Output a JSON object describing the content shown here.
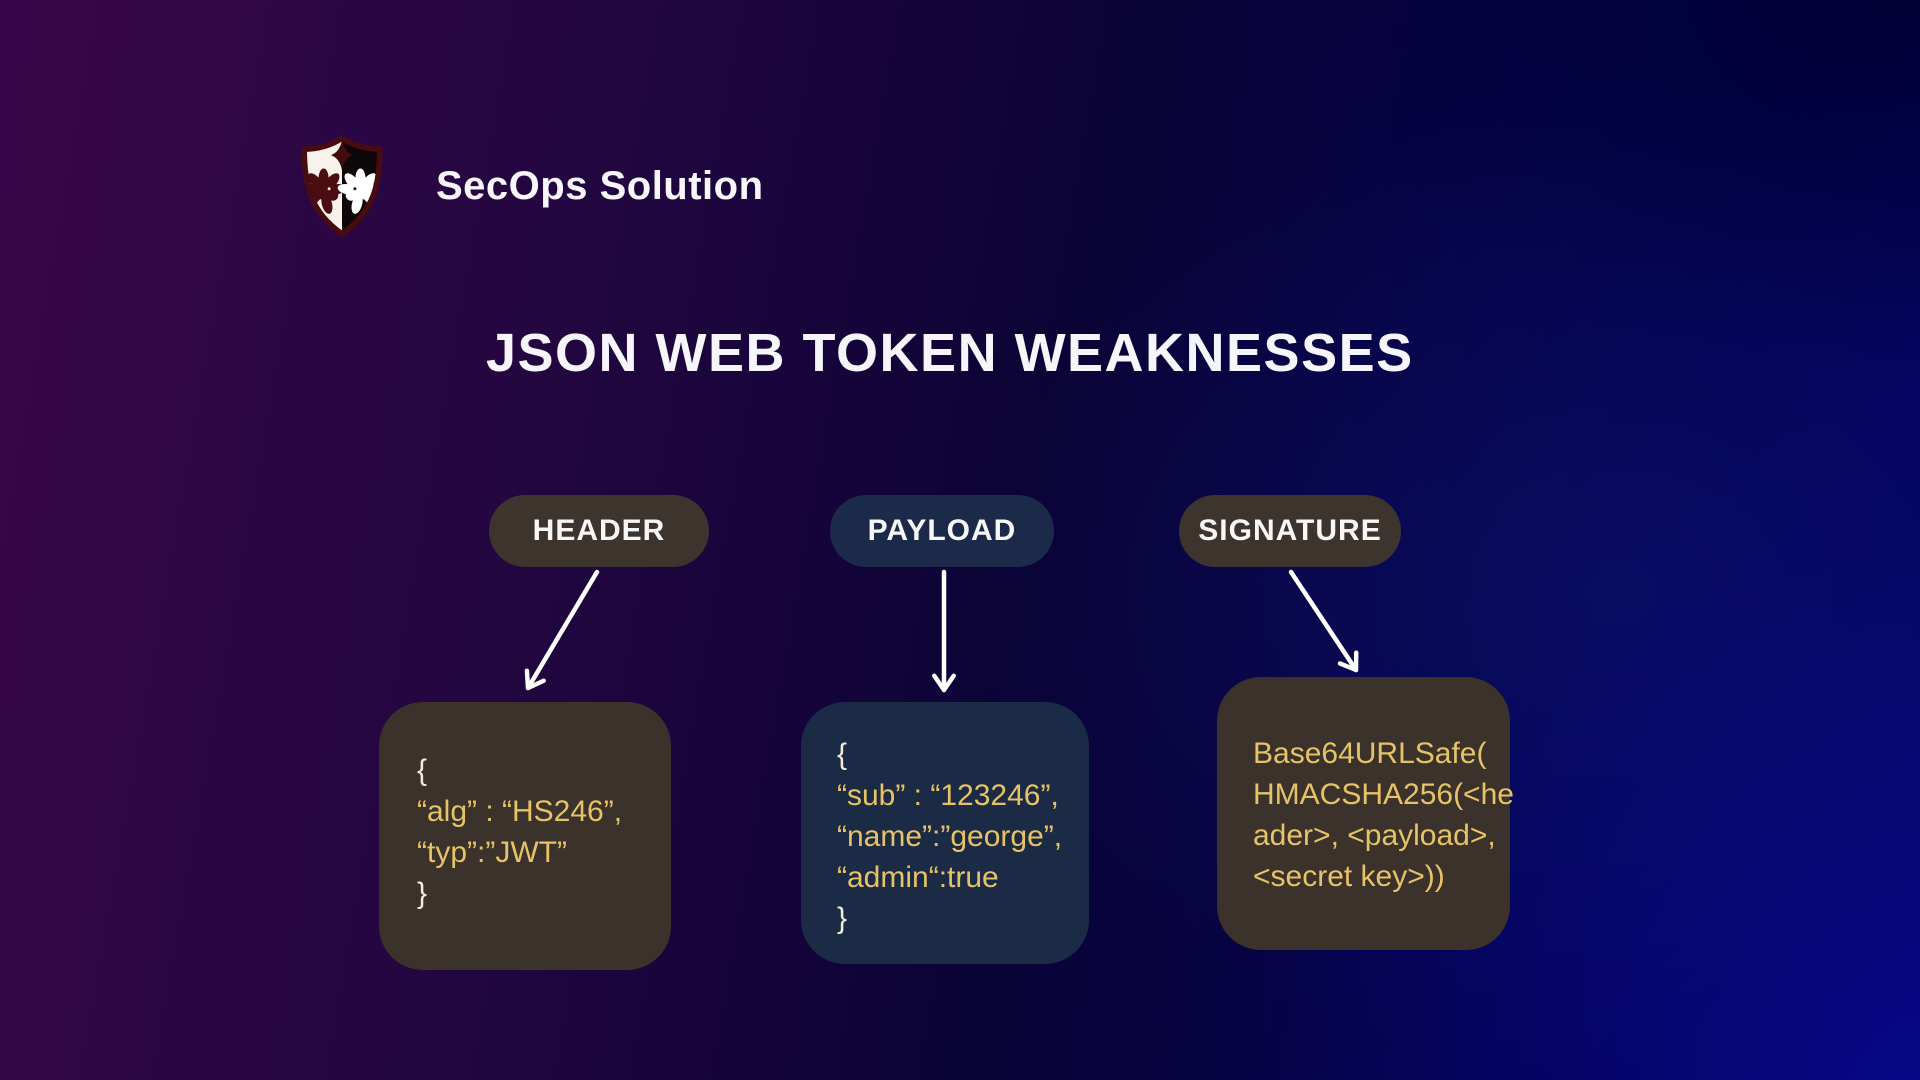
{
  "brand": {
    "name": "SecOps Solution",
    "logo_icon": "shield-lions-logo"
  },
  "title": "JSON WEB TOKEN WEAKNESSES",
  "colors": {
    "background_purple": "#38064a",
    "background_navy": "#070334",
    "background_blue": "#020277",
    "pill_brown": "#3e342e",
    "pill_navy": "#1c2a49",
    "box_brown": "#3a322b",
    "box_navy": "#1b2a45",
    "code_yellow": "#e6c367",
    "code_cream": "#f2ecdb",
    "arrow_white": "#ffffff",
    "logo_maroon": "#4a0d10"
  },
  "diagram": {
    "columns": [
      {
        "id": "header",
        "label": "HEADER",
        "box_lines": [
          "{",
          "“alg” : “HS246”,",
          "“typ”:”JWT”",
          "}"
        ]
      },
      {
        "id": "payload",
        "label": "PAYLOAD",
        "box_lines": [
          "{",
          "“sub” : “123246”,",
          "“name”:”george”,",
          "“admin“:true",
          "}"
        ]
      },
      {
        "id": "signature",
        "label": "SIGNATURE",
        "box_lines": [
          "Base64URLSafe(",
          "HMACSHA256(<he",
          "ader>, <payload>,",
          "<secret key>))"
        ]
      }
    ]
  }
}
